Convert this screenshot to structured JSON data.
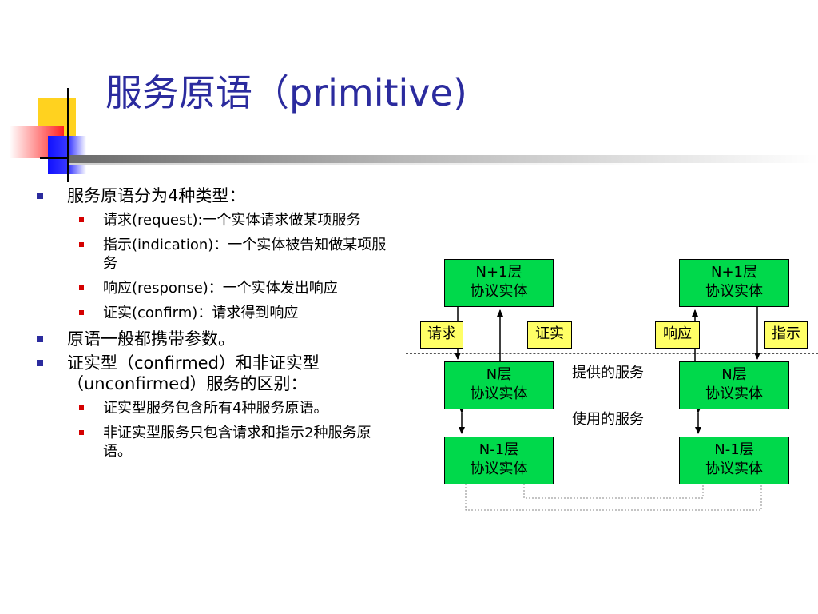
{
  "slide": {
    "title": "服务原语（primitive)",
    "bullets": [
      {
        "text": "服务原语分为4种类型：",
        "children": [
          "请求(request):一个实体请求做某项服务",
          "指示(indication)：一个实体被告知做某项服务",
          "响应(response)：一个实体发出响应",
          "证实(confirm)：请求得到响应"
        ]
      },
      {
        "text": "原语一般都携带参数。",
        "children": []
      },
      {
        "text": "证实型（confirmed）和非证实型（unconfirmed）服务的区别：",
        "children": [
          "证实型服务包含所有4种服务原语。",
          "非证实型服务只包含请求和指示2种服务原语。"
        ]
      }
    ]
  },
  "diagram": {
    "left_stack": {
      "top": {
        "line1": "N+1层",
        "line2": "协议实体"
      },
      "middle": {
        "line1": "N层",
        "line2": "协议实体"
      },
      "bottom": {
        "line1": "N-1层",
        "line2": "协议实体"
      }
    },
    "right_stack": {
      "top": {
        "line1": "N+1层",
        "line2": "协议实体"
      },
      "middle": {
        "line1": "N层",
        "line2": "协议实体"
      },
      "bottom": {
        "line1": "N-1层",
        "line2": "协议实体"
      }
    },
    "primitives": {
      "request": "请求",
      "confirm": "证实",
      "response": "响应",
      "indication": "指示"
    },
    "service_labels": {
      "provided": "提供的服务",
      "used": "使用的服务"
    },
    "colors": {
      "entity_box": "#00d94b",
      "primitive_tag": "#ffff66",
      "title": "#2b2b9e",
      "bullet_level1": "#2b2b9e",
      "bullet_level2": "#d40000"
    }
  }
}
